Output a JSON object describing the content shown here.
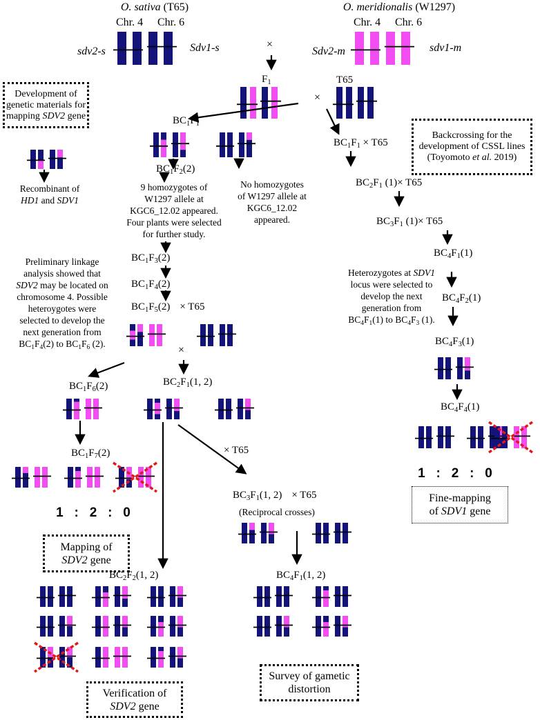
{
  "colors": {
    "sativa": "#13137a",
    "meridionalis": "#f24df2",
    "cross_out": "#e01a1a",
    "line": "#000000"
  },
  "parents": {
    "left": {
      "species": "O. sativa",
      "accession": "(T65)",
      "chr_left": "Chr. 4",
      "chr_right": "Chr. 6",
      "allele_left": "sdv2-s",
      "allele_right": "Sdv1-s"
    },
    "right": {
      "species": "O. meridionalis",
      "accession": "(W1297)",
      "chr_left": "Chr. 4",
      "chr_right": "Chr. 6",
      "allele_left": "Sdv2-m",
      "allele_right": "sdv1-m"
    }
  },
  "cross_symbol": "×",
  "f1": {
    "label": "F",
    "sub": "1",
    "partner": "T65"
  },
  "boxes": {
    "dev_materials": {
      "pre": "Development of genetic materials for mapping ",
      "gene": "SDV2",
      "post": " gene"
    },
    "backcrossing": {
      "pre": "Backcrossing for the development of CSSL lines (Toyomoto ",
      "etal": "et al.",
      "post": " 2019)"
    },
    "mapping": {
      "pre": "Mapping of",
      "gene": "SDV2",
      "post": " gene"
    },
    "verification": {
      "pre": "Verification of",
      "gene": "SDV2",
      "post": " gene"
    },
    "survey": {
      "text": "Survey of gametic distortion"
    },
    "finemapping": {
      "pre": "Fine-mapping",
      "mid": "of ",
      "gene": "SDV1",
      "post": " gene"
    }
  },
  "recombinant": {
    "pre": "Recombinant of",
    "gene1": "HD1",
    "and": " and ",
    "gene2": "SDV1"
  },
  "generations": {
    "bc1f1": {
      "base": "BC",
      "s1": "1",
      "mid": "F",
      "s2": "1"
    },
    "bc1f2": {
      "base": "BC",
      "s1": "1",
      "mid": "F",
      "s2": "2",
      "suffix": "(2)"
    },
    "bc1f3": {
      "base": "BC",
      "s1": "1",
      "mid": "F",
      "s2": "3",
      "suffix": "(2)"
    },
    "bc1f4": {
      "base": "BC",
      "s1": "1",
      "mid": "F",
      "s2": "4",
      "suffix": "(2)"
    },
    "bc1f5": {
      "base": "BC",
      "s1": "1",
      "mid": "F",
      "s2": "5",
      "suffix": "(2)",
      "cross": "× T65"
    },
    "bc1f6": {
      "base": "BC",
      "s1": "1",
      "mid": "F",
      "s2": "6",
      "suffix": "(2)"
    },
    "bc1f7": {
      "base": "BC",
      "s1": "1",
      "mid": "F",
      "s2": "7",
      "suffix": "(2)"
    },
    "bc2f1_12": {
      "base": "BC",
      "s1": "2",
      "mid": "F",
      "s2": "1",
      "suffix": "(1, 2)"
    },
    "bc2f2_12": {
      "base": "BC",
      "s1": "2",
      "mid": "F",
      "s2": "2",
      "suffix": "(1, 2)"
    },
    "bc3f1_12": {
      "base": "BC",
      "s1": "3",
      "mid": "F",
      "s2": "1",
      "suffix": "(1, 2)",
      "cross": "× T65"
    },
    "bc4f1_12": {
      "base": "BC",
      "s1": "4",
      "mid": "F",
      "s2": "1",
      "suffix": "(1, 2)"
    },
    "r_bc1f1": {
      "base": "BC",
      "s1": "1",
      "mid": "F",
      "s2": "1",
      "cross": " × T65"
    },
    "r_bc2f1": {
      "base": "BC",
      "s1": "2",
      "mid": "F",
      "s2": "1",
      "suffix": " (1)",
      "cross": "× T65"
    },
    "r_bc3f1": {
      "base": "BC",
      "s1": "3",
      "mid": "F",
      "s2": "1",
      "suffix": " (1)",
      "cross": "× T65"
    },
    "r_bc4f1": {
      "base": "BC",
      "s1": "4",
      "mid": "F",
      "s2": "1",
      "suffix": "(1)"
    },
    "r_bc4f2": {
      "base": "BC",
      "s1": "4",
      "mid": "F",
      "s2": "2",
      "suffix": "(1)"
    },
    "r_bc4f3": {
      "base": "BC",
      "s1": "4",
      "mid": "F",
      "s2": "3",
      "suffix": "(1)"
    },
    "r_bc4f4": {
      "base": "BC",
      "s1": "4",
      "mid": "F",
      "s2": "4",
      "suffix": "(1)"
    }
  },
  "notes": {
    "homozygotes": [
      "9 homozygotes of",
      "W1297 allele at",
      "KGC6_12.02 appeared.",
      "Four plants were selected",
      "for further study."
    ],
    "no_homozygotes": [
      "No homozygotes",
      "of W1297 allele at",
      "KGC6_12.02",
      "appeared."
    ],
    "prelim": {
      "l1": "Preliminary linkage",
      "l2": "analysis showed that",
      "l3_gene": "SDV2",
      "l3_post": " may be located on",
      "l4": "chromosome 4. Possible",
      "l5": "heteroygotes were",
      "l6": "selected to develop the",
      "l7": "next generation from",
      "l8": {
        "a": "BC",
        "a1": "1",
        "b": "F",
        "b1": "4",
        "c": "(2) to BC",
        "c1": "1",
        "d": "F",
        "d1": "6",
        "e": " (2)."
      }
    },
    "hetero_sdv1": {
      "l1_pre": "Heterozygotes at ",
      "l1_gene": "SDV1",
      "l2": "locus were selected to",
      "l3": "develop the next",
      "l4": "generation from",
      "l5": {
        "a": "BC",
        "a1": "4",
        "b": "F",
        "b1": "1",
        "c": "(1) to BC",
        "c1": "4",
        "d": "F",
        "d1": "3",
        "e": " (1)."
      }
    },
    "reciprocal": "(Reciprocal crosses)",
    "x_t65": "× T65",
    "x_t65_b": "× T65"
  },
  "ratios": {
    "left": "1   :   2   :   0",
    "right": "1   :   2   :   0"
  }
}
